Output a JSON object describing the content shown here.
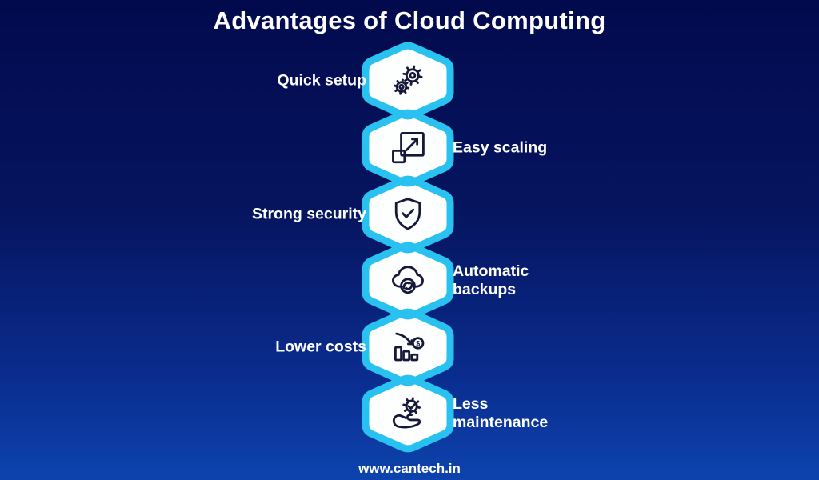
{
  "title": "Advantages of Cloud Computing",
  "advantages": [
    {
      "label": "Quick setup",
      "side": "left",
      "icon": "gears-icon"
    },
    {
      "label": "Easy scaling",
      "side": "right",
      "icon": "expand-arrow-icon"
    },
    {
      "label": "Strong security",
      "side": "left",
      "icon": "shield-check-icon"
    },
    {
      "label": "Automatic backups",
      "side": "right",
      "icon": "cloud-sync-icon"
    },
    {
      "label": "Lower costs",
      "side": "left",
      "icon": "declining-bars-dollar-icon"
    },
    {
      "label": "Less maintenance",
      "side": "right",
      "icon": "hand-holding-gear-icon"
    }
  ],
  "footer": {
    "url": "www.cantech.in"
  },
  "icon_glyphs": {
    "dollar": "$"
  },
  "colors": {
    "background_top": "#020a4d",
    "background_mid1": "#061560",
    "background_mid2": "#0a2c8e",
    "background_bottom": "#0d43ae",
    "hexagon_border": "#29c1f0",
    "hexagon_fill": "#fdfefe",
    "icon_stroke": "#161839",
    "text": "#ffffff"
  }
}
